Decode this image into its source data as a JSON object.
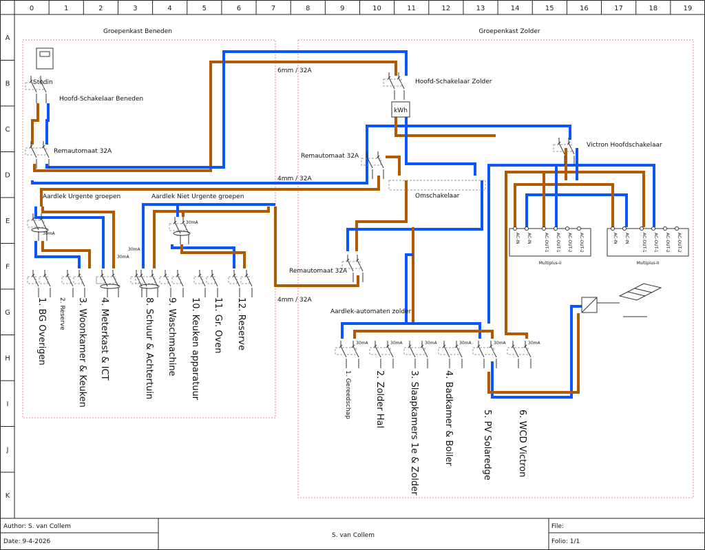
{
  "ruler": {
    "columns": [
      "0",
      "1",
      "2",
      "3",
      "4",
      "5",
      "6",
      "7",
      "8",
      "9",
      "10",
      "11",
      "12",
      "13",
      "14",
      "15",
      "16",
      "17",
      "18",
      "19"
    ],
    "rows": [
      "A",
      "B",
      "C",
      "D",
      "E",
      "F",
      "G",
      "H",
      "I",
      "J",
      "K"
    ]
  },
  "colors": {
    "phase": "#b35a00",
    "neutral": "#0a55ff",
    "enclosure": "#ee8888"
  },
  "beneden": {
    "title": "Groepenkast Beneden",
    "meter": "Stedin",
    "main_switch": "Hoofd-Schakelaar Beneden",
    "rem": "Remautomaat 32A",
    "rcd_urgent": "Aardlek Urgente groepen",
    "rcd_non_urgent": "Aardlek Niet Urgente groepen",
    "rcd_rating": "30mA",
    "groups": [
      "1. BG Overigen",
      "2. Reserve",
      "3. Woonkamer & Keuken",
      "4. Meterkast & ICT",
      "8. Schuur & Achtertuin",
      "9. Waschmachine",
      "10. Keuken apparatuur",
      "11. Gr. Oven",
      "12. Reserve"
    ]
  },
  "cables": {
    "top": "6mm / 32A",
    "mid": "4mm / 32A",
    "low": "4mm / 32A"
  },
  "zolder": {
    "title": "Groepenkast Zolder",
    "main_switch": "Hoofd-Schakelaar Zolder",
    "kwh": "kWh",
    "victron_switch": "Victron Hoofdschakelaar",
    "rem_top": "Remautomaat 32A",
    "rem_low": "Remautomaat 32A",
    "changeover": "Omschakelaar",
    "rcbo_title": "Aardlek-automaten zolder",
    "rcbo_rating": "30mA",
    "groups": [
      "1. Gereedschap",
      "2. Zolder Hal",
      "3. Slaapkamers 1e & Zolder",
      "4. Badkamer & Boiler",
      "5. PV Solaredge",
      "6. WCD Victron"
    ]
  },
  "multiplus": [
    {
      "name": "Multiplus-ii",
      "terminals": [
        "AC-IN",
        "AC-IN",
        "AC-OUT-1",
        "AC-OUT-1",
        "AC-OUT-2",
        "AC-OUT-2"
      ]
    },
    {
      "name": "Multiplus-II",
      "terminals": [
        "AC-IN",
        "AC-IN",
        "AC-OUT-1",
        "AC-OUT-1",
        "AC-OUT-2",
        "AC-OUT-2"
      ]
    }
  ],
  "titleblock": {
    "author": "Author: S. van Collem",
    "date": "Date: 9-4-2026",
    "center": "S. van Collem",
    "file": "File:",
    "folio": "Folio: 1/1"
  }
}
